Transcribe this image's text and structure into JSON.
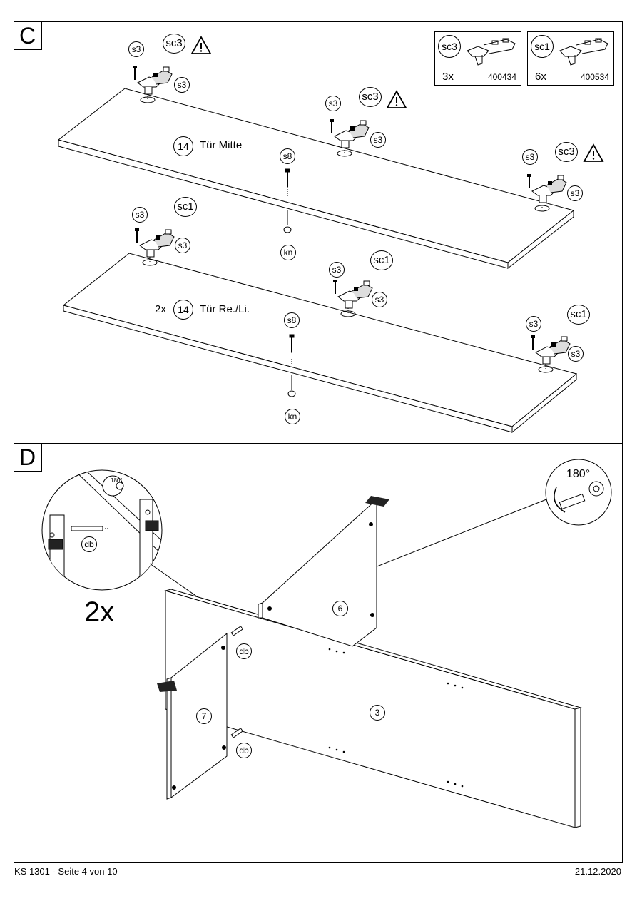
{
  "section_c": {
    "label": "C",
    "part_boxes": [
      {
        "code": "sc3",
        "qty": "3x",
        "article": "400434"
      },
      {
        "code": "sc1",
        "qty": "6x",
        "article": "400534"
      }
    ],
    "door_middle": {
      "part_no": "14",
      "caption": "Tür Mitte"
    },
    "door_side": {
      "prefix": "2x",
      "part_no": "14",
      "caption": "Tür Re./Li."
    },
    "labels": {
      "s3": "s3",
      "sc3": "sc3",
      "sc1": "sc1",
      "s8": "s8",
      "kn": "kn"
    }
  },
  "section_d": {
    "label": "D",
    "multiplier": "2x",
    "rotation": "180°",
    "rotation_small": "180°",
    "labels": {
      "db": "db"
    },
    "parts": {
      "back": "3",
      "right": "6",
      "left": "7"
    }
  },
  "footer": {
    "left": "KS 1301 - Seite 4 von 10",
    "right": "21.12.2020"
  }
}
